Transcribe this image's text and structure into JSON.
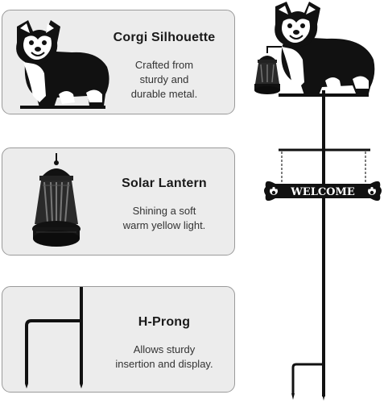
{
  "features": [
    {
      "title": "Corgi Silhouette",
      "description_lines": [
        "Crafted from",
        "sturdy and",
        "durable metal."
      ],
      "icon": "corgi-silhouette-icon"
    },
    {
      "title": "Solar Lantern",
      "description_lines": [
        "Shining a soft",
        "warm yellow light."
      ],
      "icon": "solar-lantern-icon"
    },
    {
      "title": "H-Prong",
      "description_lines": [
        "Allows sturdy",
        "insertion and display."
      ],
      "icon": "h-prong-icon"
    }
  ],
  "product": {
    "sign_text": "WELCOME"
  },
  "colors": {
    "card_background": "#ececec",
    "card_border": "#9a9a9a",
    "metal": "#111111"
  }
}
